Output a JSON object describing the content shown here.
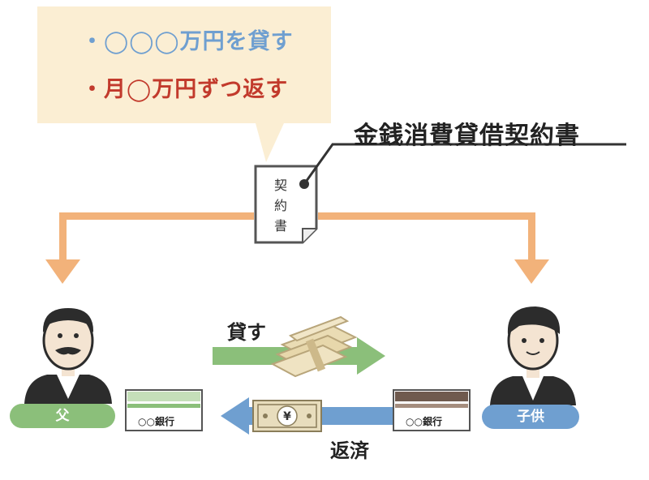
{
  "bubble": {
    "line1": "・◯◯◯万円を貸す",
    "line2": "・月◯万円ずつ返す"
  },
  "document": {
    "title": "金銭消費貸借契約書",
    "chars": [
      "契",
      "約",
      "書"
    ]
  },
  "father": {
    "label": "父",
    "bank": "○○銀行"
  },
  "child": {
    "label": "子供",
    "bank": "○○銀行"
  },
  "flows": {
    "lend": "貸す",
    "repay": "返済"
  },
  "money": {
    "banknote_symbol": "¥"
  },
  "colors": {
    "bubble_bg": "#fbeed3",
    "orange": "#f2b27a",
    "green": "#8bbf7a",
    "blue": "#6f9fd0",
    "red": "#c23a2c"
  }
}
